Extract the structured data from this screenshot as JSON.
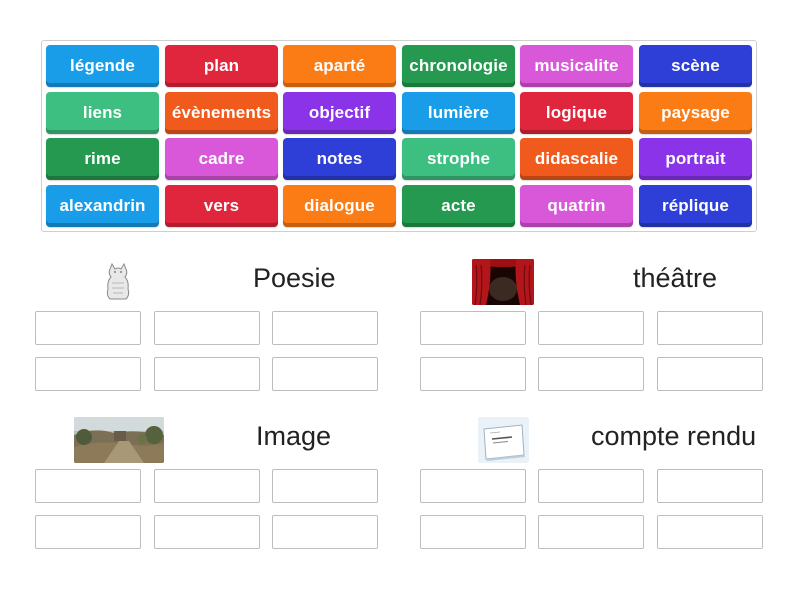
{
  "tiles": [
    {
      "label": "légende",
      "color": "#1a9de8"
    },
    {
      "label": "plan",
      "color": "#e0263c"
    },
    {
      "label": "aparté",
      "color": "#fb7b14"
    },
    {
      "label": "chronologie",
      "color": "#24994f"
    },
    {
      "label": "musicalite",
      "color": "#d957d9"
    },
    {
      "label": "scène",
      "color": "#2d3fd6"
    },
    {
      "label": "liens",
      "color": "#3dbf82"
    },
    {
      "label": "évènements",
      "color": "#f05a1c"
    },
    {
      "label": "objectif",
      "color": "#8a33e8"
    },
    {
      "label": "lumière",
      "color": "#1a9de8"
    },
    {
      "label": "logique",
      "color": "#e0263c"
    },
    {
      "label": "paysage",
      "color": "#fb7b14"
    },
    {
      "label": "rime",
      "color": "#24994f"
    },
    {
      "label": "cadre",
      "color": "#d957d9"
    },
    {
      "label": "notes",
      "color": "#2d3fd6"
    },
    {
      "label": "strophe",
      "color": "#3dbf82"
    },
    {
      "label": "didascalie",
      "color": "#f05a1c"
    },
    {
      "label": "portrait",
      "color": "#8a33e8"
    },
    {
      "label": "alexandrin",
      "color": "#1a9de8"
    },
    {
      "label": "vers",
      "color": "#e0263c"
    },
    {
      "label": "dialogue",
      "color": "#fb7b14"
    },
    {
      "label": "acte",
      "color": "#24994f"
    },
    {
      "label": "quatrin",
      "color": "#d957d9"
    },
    {
      "label": "réplique",
      "color": "#2d3fd6"
    }
  ],
  "groups": [
    {
      "title": "Poesie",
      "thumbnail": "cat-sketch-icon"
    },
    {
      "title": "théâtre",
      "thumbnail": "theatre-curtain-icon"
    },
    {
      "title": "Image",
      "thumbnail": "landscape-photo-icon"
    },
    {
      "title": "compte rendu",
      "thumbnail": "report-book-icon"
    }
  ]
}
